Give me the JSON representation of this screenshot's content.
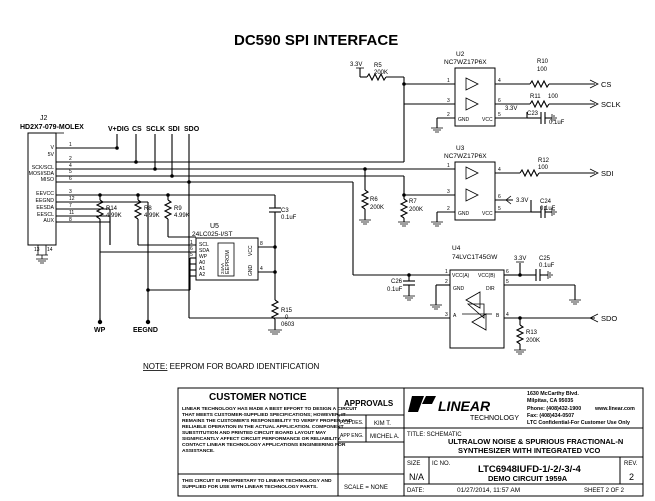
{
  "sheet": {
    "title": "DC590 SPI INTERFACE",
    "note_label": "NOTE:",
    "note_text": " EEPROM FOR BOARD IDENTIFICATION"
  },
  "connector": {
    "ref": "J2",
    "part": "HD2X7-079-MOLEX",
    "pins_left": [
      "V",
      "5V",
      "SCK/SCL",
      "MOSI/SDA",
      "MISO",
      "EEVCC",
      "EEGND",
      "EESDA",
      "EESCL",
      "AUX"
    ],
    "gnd_pins": [
      "13",
      "14"
    ],
    "pin_numbers": [
      "1",
      "2",
      "4",
      "5",
      "6",
      "3",
      "12",
      "7",
      "11",
      "8"
    ]
  },
  "bus_labels": [
    "V+DIG",
    "CS",
    "SCLK",
    "SDI",
    "SDO"
  ],
  "eeprom": {
    "ref": "U5",
    "part": "24LC025-I/ST",
    "body_label": "EEPROM",
    "pins_left": [
      "SCL",
      "SDA",
      "WP",
      "A0",
      "A1",
      "A2"
    ],
    "pins_right": [
      "VCC",
      "GND"
    ]
  },
  "u2": {
    "ref": "U2",
    "part": "NC7WZ17P6X",
    "pins": [
      "GND",
      "VCC"
    ]
  },
  "u3": {
    "ref": "U3",
    "part": "NC7WZ17P6X",
    "pins": [
      "GND",
      "VCC"
    ]
  },
  "u4": {
    "ref": "U4",
    "part": "74LVC1T45GW",
    "pins": [
      "VCC(A)",
      "VCC(B)",
      "GND",
      "DIR",
      "A",
      "B"
    ]
  },
  "supply_labels": [
    "3.3V",
    "3.3V",
    "3.3V",
    "3.3V"
  ],
  "resistors": [
    {
      "ref": "R5",
      "value": "200K"
    },
    {
      "ref": "R10",
      "value": "100"
    },
    {
      "ref": "R11",
      "value": "100"
    },
    {
      "ref": "R12",
      "value": "100"
    },
    {
      "ref": "R6",
      "value": "200K"
    },
    {
      "ref": "R7",
      "value": "200K"
    },
    {
      "ref": "R14",
      "value": "4.99K"
    },
    {
      "ref": "R8",
      "value": "4.99K"
    },
    {
      "ref": "R9",
      "value": "4.99K"
    },
    {
      "ref": "R15",
      "value": "0",
      "package": "0603"
    },
    {
      "ref": "R13",
      "value": "200K"
    }
  ],
  "capacitors": [
    {
      "ref": "C23",
      "value": "0.1uF"
    },
    {
      "ref": "C24",
      "value": "0.1uF"
    },
    {
      "ref": "C3",
      "value": "0.1uF"
    },
    {
      "ref": "C26",
      "value": "0.1uF"
    },
    {
      "ref": "C25",
      "value": "0.1uF"
    }
  ],
  "net_outputs": [
    "CS",
    "SCLK",
    "SDI",
    "SDO"
  ],
  "net_bottom": [
    "WP",
    "EEGND"
  ],
  "pin_nums": [
    "1",
    "3",
    "4",
    "6",
    "2",
    "5",
    "1",
    "3",
    "4",
    "6",
    "2",
    "5",
    "1",
    "6",
    "3",
    "4",
    "2",
    "5",
    "1",
    "6",
    "8",
    "4",
    "5"
  ],
  "titleblock": {
    "notice_heading": "CUSTOMER NOTICE",
    "notice_text": "LINEAR TECHNOLOGY HAS MADE A BEST EFFORT TO DESIGN A CIRCUIT THAT MEETS CUSTOMER-SUPPLIED SPECIFICATIONS; HOWEVER, IT REMAINS THE CUSTOMER'S RESPONSIBILITY TO VERIFY PROPER AND RELIABLE OPERATION IN THE ACTUAL APPLICATION. COMPONENT SUBSTITUTION AND PRINTED CIRCUIT BOARD LAYOUT MAY SIGNIFICANTLY AFFECT CIRCUIT PERFORMANCE OR RELIABILITY. CONTACT LINEAR TECHNOLOGY APPLICATIONS ENGINEERING FOR ASSISTANCE.",
    "proprietary": "THIS CIRCUIT IS PROPRIETARY TO LINEAR TECHNOLOGY AND SUPPLIED FOR USE WITH LINEAR TECHNOLOGY PARTS.",
    "approvals": "APPROVALS",
    "pcb_des_label": "PCB DES.",
    "pcb_des_value": "KIM T.",
    "app_eng_label": "APP ENG.",
    "app_eng_value": "MICHEL A.",
    "scale": "SCALE = NONE",
    "logo_text": "LINEAR",
    "logo_sub": "TECHNOLOGY",
    "address": [
      "1630 McCarthy Blvd.",
      "Milpitas, CA 95035",
      "Phone: (408)432-1900",
      "Fax: (408)434-0507",
      "LTC Confidential-For Customer Use Only"
    ],
    "website": "www.linear.com",
    "title_label": "TITLE: SCHEMATIC",
    "title_line1": "ULTRALOW NOISE & SPURIOUS FRACTIONAL-N",
    "title_line2": "SYNTHESIZER WITH INTEGRATED VCO",
    "size_label": "SIZE",
    "size_value": "N/A",
    "icno_label": "IC NO.",
    "icno_value": "LTC6948IUFD-1/-2/-3/-4",
    "demo": "DEMO CIRCUIT 1959A",
    "rev_label": "REV.",
    "rev_value": "2",
    "date_label": "DATE:",
    "date_value": "01/27/2014, 11:57 AM",
    "sheet": "SHEET  2   OF   2"
  }
}
